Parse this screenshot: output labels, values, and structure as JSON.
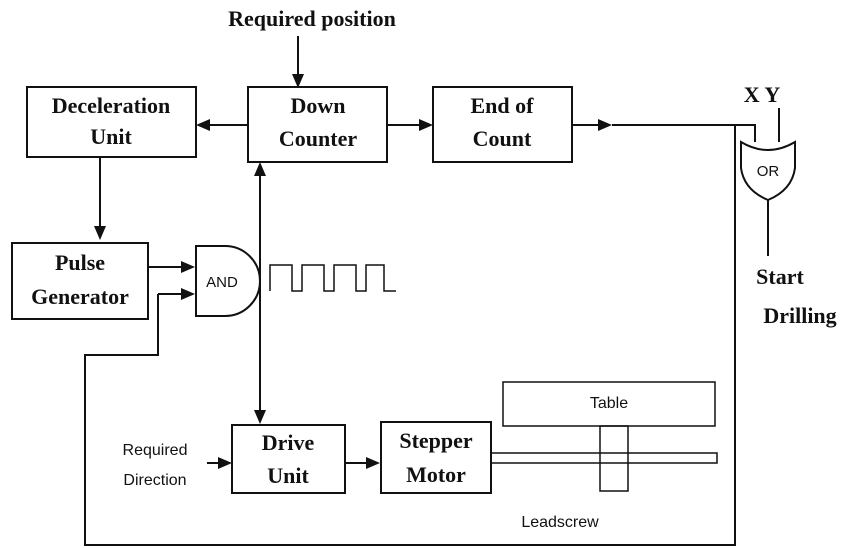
{
  "labels": {
    "required_position": "Required position",
    "deceleration_unit": [
      "Deceleration",
      "Unit"
    ],
    "down_counter": [
      "Down",
      "Counter"
    ],
    "end_of_count": [
      "End of",
      "Count"
    ],
    "pulse_generator": [
      "Pulse",
      "Generator"
    ],
    "and_gate": "AND",
    "or_gate": "OR",
    "xy": "X Y",
    "start_drilling": [
      "Start",
      "Drilling"
    ],
    "drive_unit": [
      "Drive",
      "Unit"
    ],
    "stepper_motor": [
      "Stepper",
      "Motor"
    ],
    "required_direction": [
      "Required",
      "Direction"
    ],
    "table": "Table",
    "leadscrew": "Leadscrew"
  }
}
